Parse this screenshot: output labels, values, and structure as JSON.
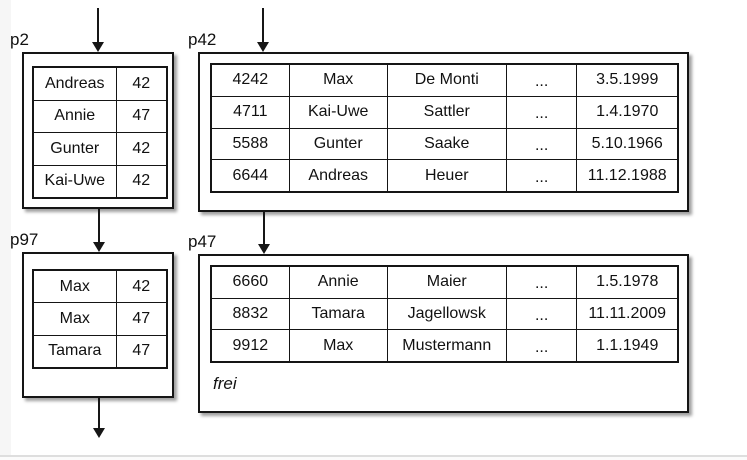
{
  "pages": {
    "p2": {
      "label": "p2",
      "rows": [
        [
          "Andreas",
          "42"
        ],
        [
          "Annie",
          "47"
        ],
        [
          "Gunter",
          "42"
        ],
        [
          "Kai-Uwe",
          "42"
        ]
      ]
    },
    "p42": {
      "label": "p42",
      "rows": [
        [
          "4242",
          "Max",
          "De Monti",
          "...",
          "3.5.1999"
        ],
        [
          "4711",
          "Kai-Uwe",
          "Sattler",
          "...",
          "1.4.1970"
        ],
        [
          "5588",
          "Gunter",
          "Saake",
          "...",
          "5.10.1966"
        ],
        [
          "6644",
          "Andreas",
          "Heuer",
          "...",
          "11.12.1988"
        ]
      ]
    },
    "p97": {
      "label": "p97",
      "rows": [
        [
          "Max",
          "42"
        ],
        [
          "Max",
          "47"
        ],
        [
          "Tamara",
          "47"
        ]
      ]
    },
    "p47": {
      "label": "p47",
      "rows": [
        [
          "6660",
          "Annie",
          "Maier",
          "...",
          "1.5.1978"
        ],
        [
          "8832",
          "Tamara",
          "Jagellowsk",
          "...",
          "11.11.2009"
        ],
        [
          "9912",
          "Max",
          "Mustermann",
          "...",
          "1.1.1949"
        ]
      ],
      "free_label": "frei"
    }
  },
  "colors": {
    "line": "#151515",
    "background": "#ffffff",
    "bottom_rule": "#dedede"
  }
}
